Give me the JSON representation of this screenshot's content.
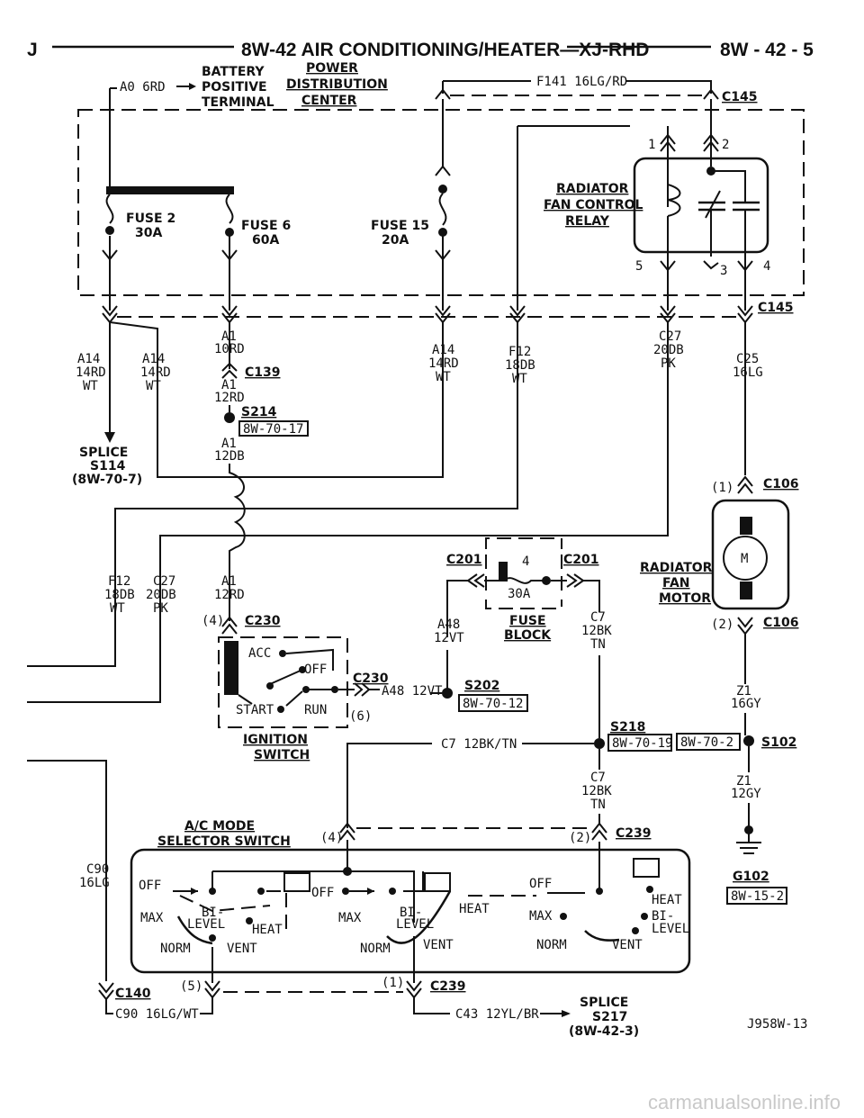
{
  "header": {
    "left": "J",
    "title": "8W-42 AIR CONDITIONING/HEATER—XJ-RHD",
    "page": "8W - 42 - 5"
  },
  "battery": {
    "wire": "A0 6RD",
    "l1": "BATTERY",
    "l2": "POSITIVE",
    "l3": "TERMINAL"
  },
  "pdc": {
    "l1": "POWER",
    "l2": "DISTRIBUTION",
    "l3": "CENTER"
  },
  "top_wire": "F141 16LG/RD",
  "conn": {
    "c145": "C145",
    "c139": "C139",
    "c106": "C106",
    "c201": "C201",
    "c230": "C230",
    "c239": "C239",
    "c140": "C140"
  },
  "fuses": {
    "f2a": "FUSE 2",
    "f2b": "30A",
    "f6a": "FUSE 6",
    "f6b": "60A",
    "f15a": "FUSE 15",
    "f15b": "20A"
  },
  "relay": {
    "l1": "RADIATOR",
    "l2": "FAN CONTROL",
    "l3": "RELAY",
    "p1": "1",
    "p2": "2",
    "p3": "3",
    "p4": "4",
    "p5": "5"
  },
  "wires": {
    "a14a": [
      "A14",
      "14RD",
      "WT"
    ],
    "a14b": [
      "A14",
      "14RD",
      "WT"
    ],
    "a1a": [
      "A1",
      "10RD"
    ],
    "a1b": [
      "A1",
      "12RD"
    ],
    "a1c": [
      "A1",
      "12DB"
    ],
    "a14c": [
      "A14",
      "14RD",
      "WT"
    ],
    "f12a": [
      "F12",
      "18DB",
      "WT"
    ],
    "c27a": [
      "C27",
      "20DB",
      "PK"
    ],
    "c25": [
      "C25",
      "16LG"
    ],
    "f12b": [
      "F12",
      "18DB",
      "WT"
    ],
    "c27b": [
      "C27",
      "20DB",
      "PK"
    ],
    "a1d": [
      "A1",
      "12RD"
    ],
    "a48": [
      "A48",
      "12VT"
    ],
    "c7a": [
      "C7",
      "12BK",
      "TN"
    ],
    "z1a": [
      "Z1",
      "16GY"
    ],
    "c7b": [
      "C7",
      "12BK",
      "TN"
    ],
    "z1b": [
      "Z1",
      "12GY"
    ],
    "c90": [
      "C90",
      "16LG"
    ],
    "a48h": "A48 12VT",
    "c7h": "C7 12BK/TN",
    "c90h": "C90 16LG/WT",
    "c43h": "C43 12YL/BR"
  },
  "splices": {
    "s214": "S214",
    "s214r": "8W-70-17",
    "s114a": "SPLICE",
    "s114b": "S114",
    "s114c": "(8W-70-7)",
    "s202": "S202",
    "s202r": "8W-70-12",
    "s218": "S218",
    "s218r": "8W-70-19",
    "s102": "S102",
    "s102r": "8W-70-2",
    "s217a": "SPLICE",
    "s217b": "S217",
    "s217c": "(8W-42-3)"
  },
  "fuseblock": {
    "amp": "30A",
    "pin": "4",
    "l1": "FUSE",
    "l2": "BLOCK"
  },
  "motor": {
    "m": "M",
    "l1": "RADIATOR",
    "l2": "FAN",
    "l3": "MOTOR",
    "p1": "(1)",
    "p2": "(2)"
  },
  "ign": {
    "acc": "ACC",
    "off": "OFF",
    "start": "START",
    "run": "RUN",
    "l1": "IGNITION",
    "l2": "SWITCH",
    "p4": "(4)",
    "p6": "(6)"
  },
  "ground": {
    "g": "G102",
    "r": "8W-15-2"
  },
  "acmode": {
    "l1": "A/C MODE",
    "l2": "SELECTOR SWITCH",
    "p4": "(4)",
    "p2": "(2)",
    "p5": "(5)",
    "p1": "(1)",
    "off": "OFF",
    "max": "MAX",
    "norm": "NORM",
    "vent": "VENT",
    "bi": "BI-",
    "level": "LEVEL",
    "heat": "HEAT"
  },
  "ref": "J958W-13",
  "watermark": "carmanualsonline.info"
}
